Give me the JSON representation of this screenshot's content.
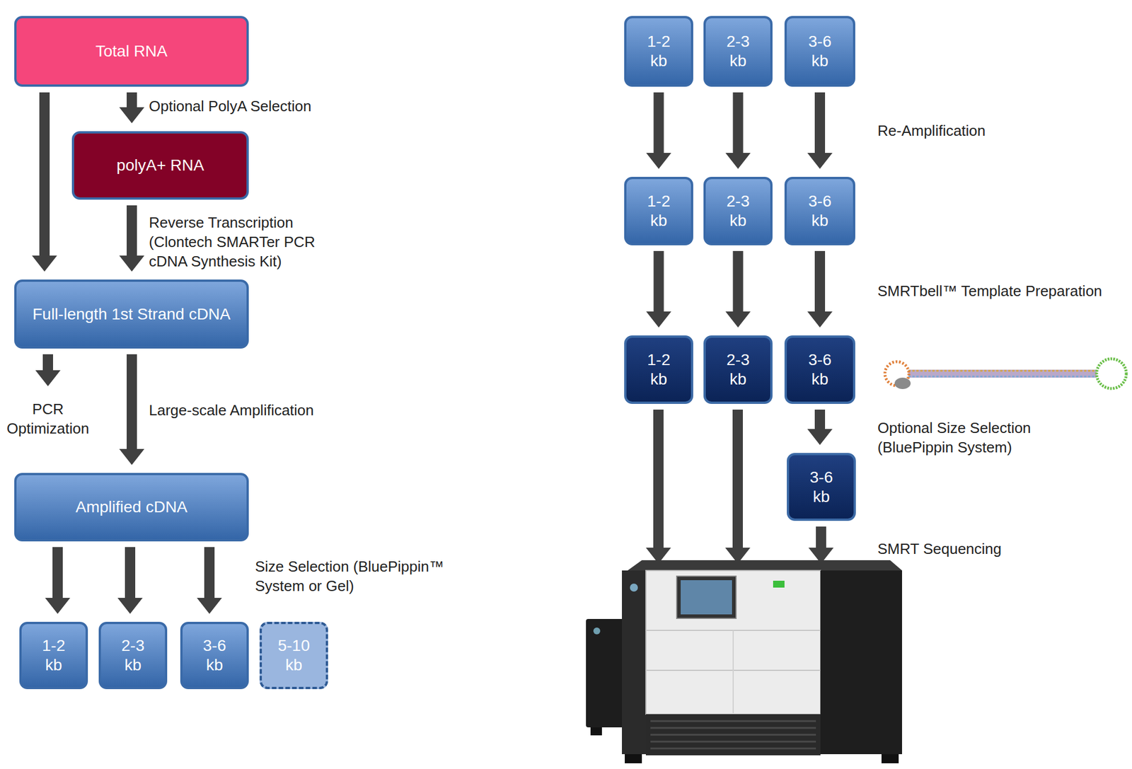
{
  "diagram": {
    "nodes": [
      {
        "text": [
          "Total RNA"
        ]
      },
      {
        "text": [
          "polyA+ RNA"
        ]
      },
      {
        "text": [
          "Full-length 1st Strand cDNA"
        ]
      },
      {
        "text": [
          "Amplified cDNA"
        ]
      },
      {
        "text": [
          "1-2 kb"
        ]
      },
      {
        "text": [
          "2-3 kb"
        ]
      },
      {
        "text": [
          "3-6 kb"
        ]
      },
      {
        "text": [
          "5-10 kb"
        ]
      },
      {
        "text": [
          "1-2 kb"
        ]
      },
      {
        "text": [
          "2-3 kb"
        ]
      },
      {
        "text": [
          "3-6 kb"
        ]
      },
      {
        "text": [
          "1-2 kb"
        ]
      },
      {
        "text": [
          "2-3 kb"
        ]
      },
      {
        "text": [
          "3-6 kb"
        ]
      },
      {
        "text": [
          "1-2 kb"
        ]
      },
      {
        "text": [
          "2-3 kb"
        ]
      },
      {
        "text": [
          "3-6 kb"
        ]
      },
      {
        "text": [
          "3-6 kb"
        ]
      }
    ],
    "edges": [
      {
        "from": 0,
        "to": 2,
        "arrow": "to"
      },
      {
        "from": 0,
        "to": 1,
        "label": "Optional PolyA Selection",
        "arrow": "to"
      },
      {
        "from": 1,
        "to": 2,
        "label": "Reverse Transcription (Clontech SMARTer PCR cDNA Synthesis Kit)",
        "arrow": "to"
      },
      {
        "from": 2,
        "to": 3,
        "label": "Large-scale Amplification",
        "arrow": "to"
      },
      {
        "from": 3,
        "to": 4,
        "arrow": "to"
      },
      {
        "from": 3,
        "to": 5,
        "arrow": "to"
      },
      {
        "from": 3,
        "to": 6,
        "arrow": "to"
      },
      {
        "from": 8,
        "to": 11,
        "arrow": "to"
      },
      {
        "from": 9,
        "to": 12,
        "arrow": "to"
      },
      {
        "from": 10,
        "to": 13,
        "arrow": "to"
      },
      {
        "from": 11,
        "to": 14,
        "arrow": "to"
      },
      {
        "from": 12,
        "to": 15,
        "arrow": "to"
      },
      {
        "from": 13,
        "to": 16,
        "arrow": "to"
      },
      {
        "from": 16,
        "to": 17,
        "label": "Optional Size Selection (BluePippin System)",
        "arrow": "to"
      }
    ],
    "labels": [
      "PCR Optimization",
      "Size Selection (BluePippin™ System or Gel)",
      "Re-Amplification",
      "SMRTbell™ Template Preparation",
      "SMRT Sequencing"
    ]
  }
}
